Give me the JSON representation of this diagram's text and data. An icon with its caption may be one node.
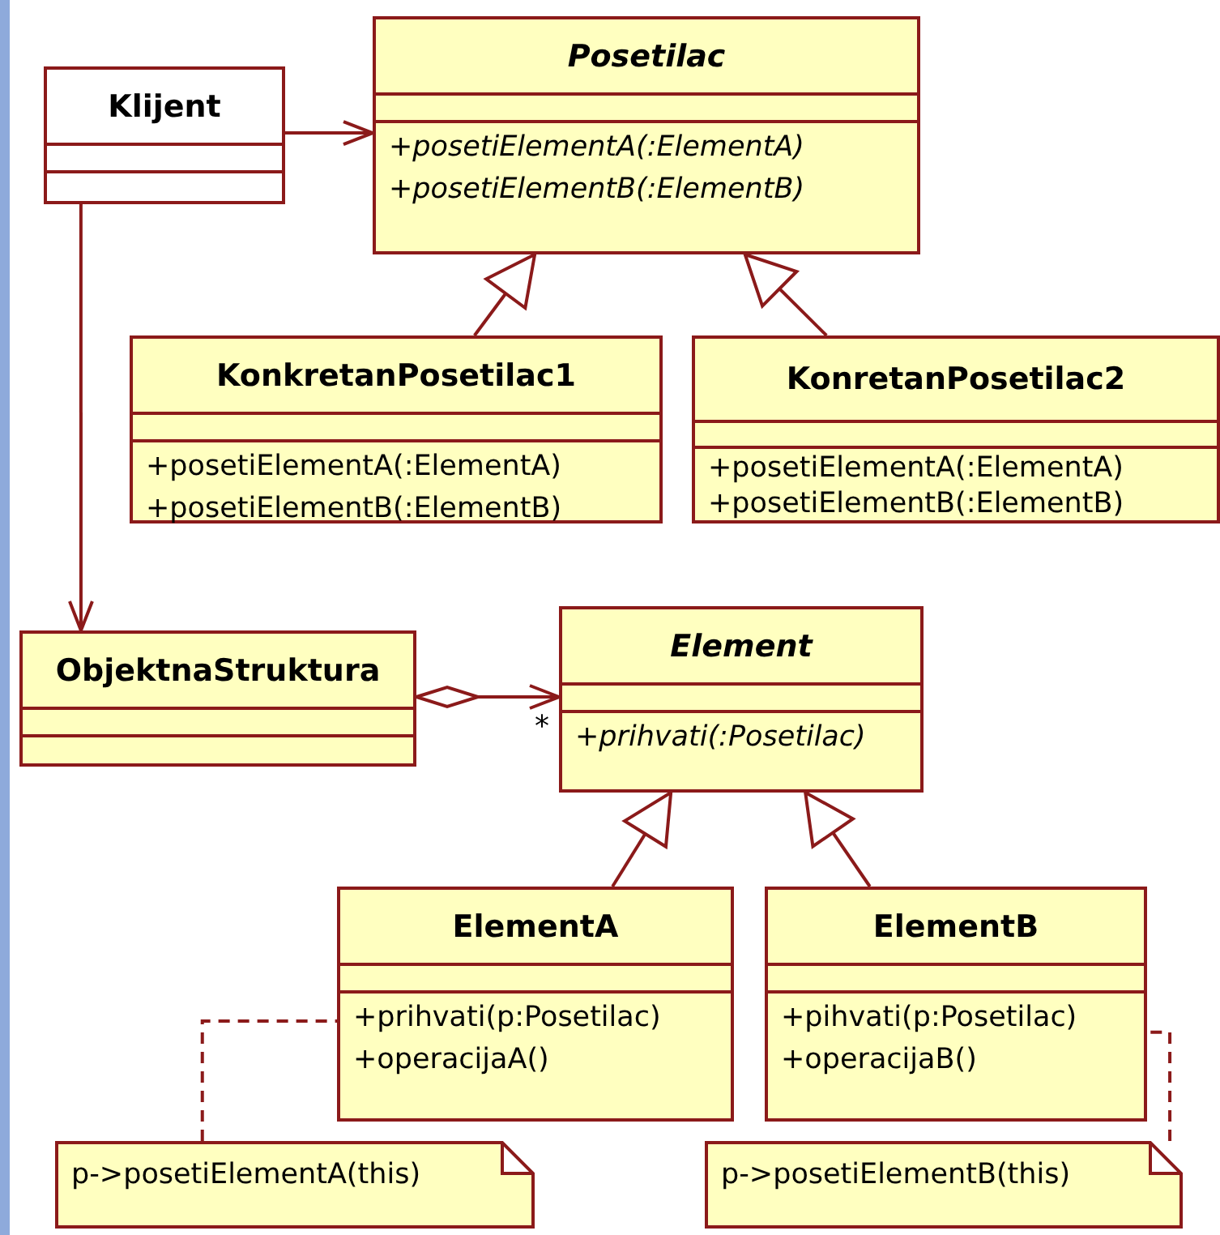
{
  "diagram": {
    "nodes": [
      {
        "text": [
          "Klijent"
        ]
      },
      {
        "text": [
          "Posetilac",
          "+posetiElementA(:ElementA)",
          "+posetiElementB(:ElementB)"
        ]
      },
      {
        "text": [
          "KonkretanPosetilac1",
          "+posetiElementA(:ElementA)",
          "+posetiElementB(:ElementB)"
        ]
      },
      {
        "text": [
          "KonretanPosetilac2",
          "+posetiElementA(:ElementA)",
          "+posetiElementB(:ElementB)"
        ]
      },
      {
        "text": [
          "ObjektnaStruktura"
        ]
      },
      {
        "text": [
          "Element",
          "+prihvati(:Posetilac)"
        ]
      },
      {
        "text": [
          "ElementA",
          "+prihvati(p:Posetilac)",
          "+operacijaA()"
        ]
      },
      {
        "text": [
          "ElementB",
          "+pihvati(p:Posetilac)",
          "+operacijaB()"
        ]
      },
      {
        "text": [
          "p->posetiElementA(this)"
        ]
      },
      {
        "text": [
          "p->posetiElementB(this)"
        ]
      }
    ],
    "edges": [
      {
        "from": 0,
        "to": 1,
        "arrow": "to"
      },
      {
        "from": 2,
        "to": 1,
        "arrow": "to"
      },
      {
        "from": 3,
        "to": 1,
        "arrow": "to"
      },
      {
        "from": 0,
        "to": 4,
        "arrow": "to"
      },
      {
        "from": 4,
        "to": 5,
        "arrow": "to",
        "label": "*"
      },
      {
        "from": 6,
        "to": 5,
        "arrow": "to"
      },
      {
        "from": 7,
        "to": 5,
        "arrow": "to"
      },
      {
        "from": 8,
        "to": 6,
        "arrow": "none",
        "style": "dashed"
      },
      {
        "from": 9,
        "to": 7,
        "arrow": "none",
        "style": "dashed"
      }
    ]
  }
}
